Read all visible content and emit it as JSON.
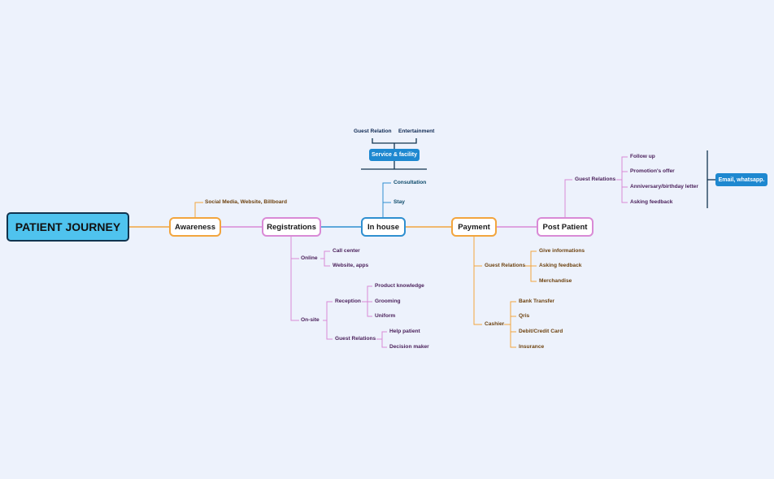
{
  "root": "PATIENT JOURNEY",
  "stages": {
    "awareness": "Awareness",
    "registrations": "Registrations",
    "in_house": "In house",
    "payment": "Payment",
    "post_patient": "Post Patient"
  },
  "awareness": {
    "channels": "Social Media, Website, Billboard"
  },
  "registrations": {
    "online": {
      "label": "Online",
      "items": [
        "Call center",
        "Website, apps"
      ]
    },
    "on_site": {
      "label": "On-site",
      "reception": {
        "label": "Reception",
        "items": [
          "Product knowledge",
          "Grooming",
          "Uniform"
        ]
      },
      "guest_relations": {
        "label": "Guest Relations",
        "items": [
          "Help patient",
          "Decision maker"
        ]
      }
    }
  },
  "in_house": {
    "service_facility": "Service & facility",
    "service_children": [
      "Guest Relation",
      "Entertainment"
    ],
    "items": [
      "Consultation",
      "Stay"
    ]
  },
  "payment": {
    "guest_relations": {
      "label": "Guest Relations",
      "items": [
        "Give informations",
        "Asking feedback",
        "Merchandise"
      ]
    },
    "cashier": {
      "label": "Cashier",
      "items": [
        "Bank Transfer",
        "Qris",
        "Debit/Credit Card",
        "Insurance"
      ]
    }
  },
  "post_patient": {
    "guest_relations": {
      "label": "Guest Relations",
      "items": [
        "Follow up",
        "Promotion's offer",
        "Anniversary/birthday letter",
        "Asking feedback"
      ]
    },
    "channel": "Email, whatsapp."
  },
  "colors": {
    "background": "#edf2fc",
    "root_fill": "#4fc3ee",
    "awareness": "#f2a53e",
    "registrations": "#d98ad6",
    "in_house": "#2f8fd0",
    "payment": "#f2a53e",
    "post_patient": "#d98ad6",
    "service_pill": "#1e88d0"
  }
}
